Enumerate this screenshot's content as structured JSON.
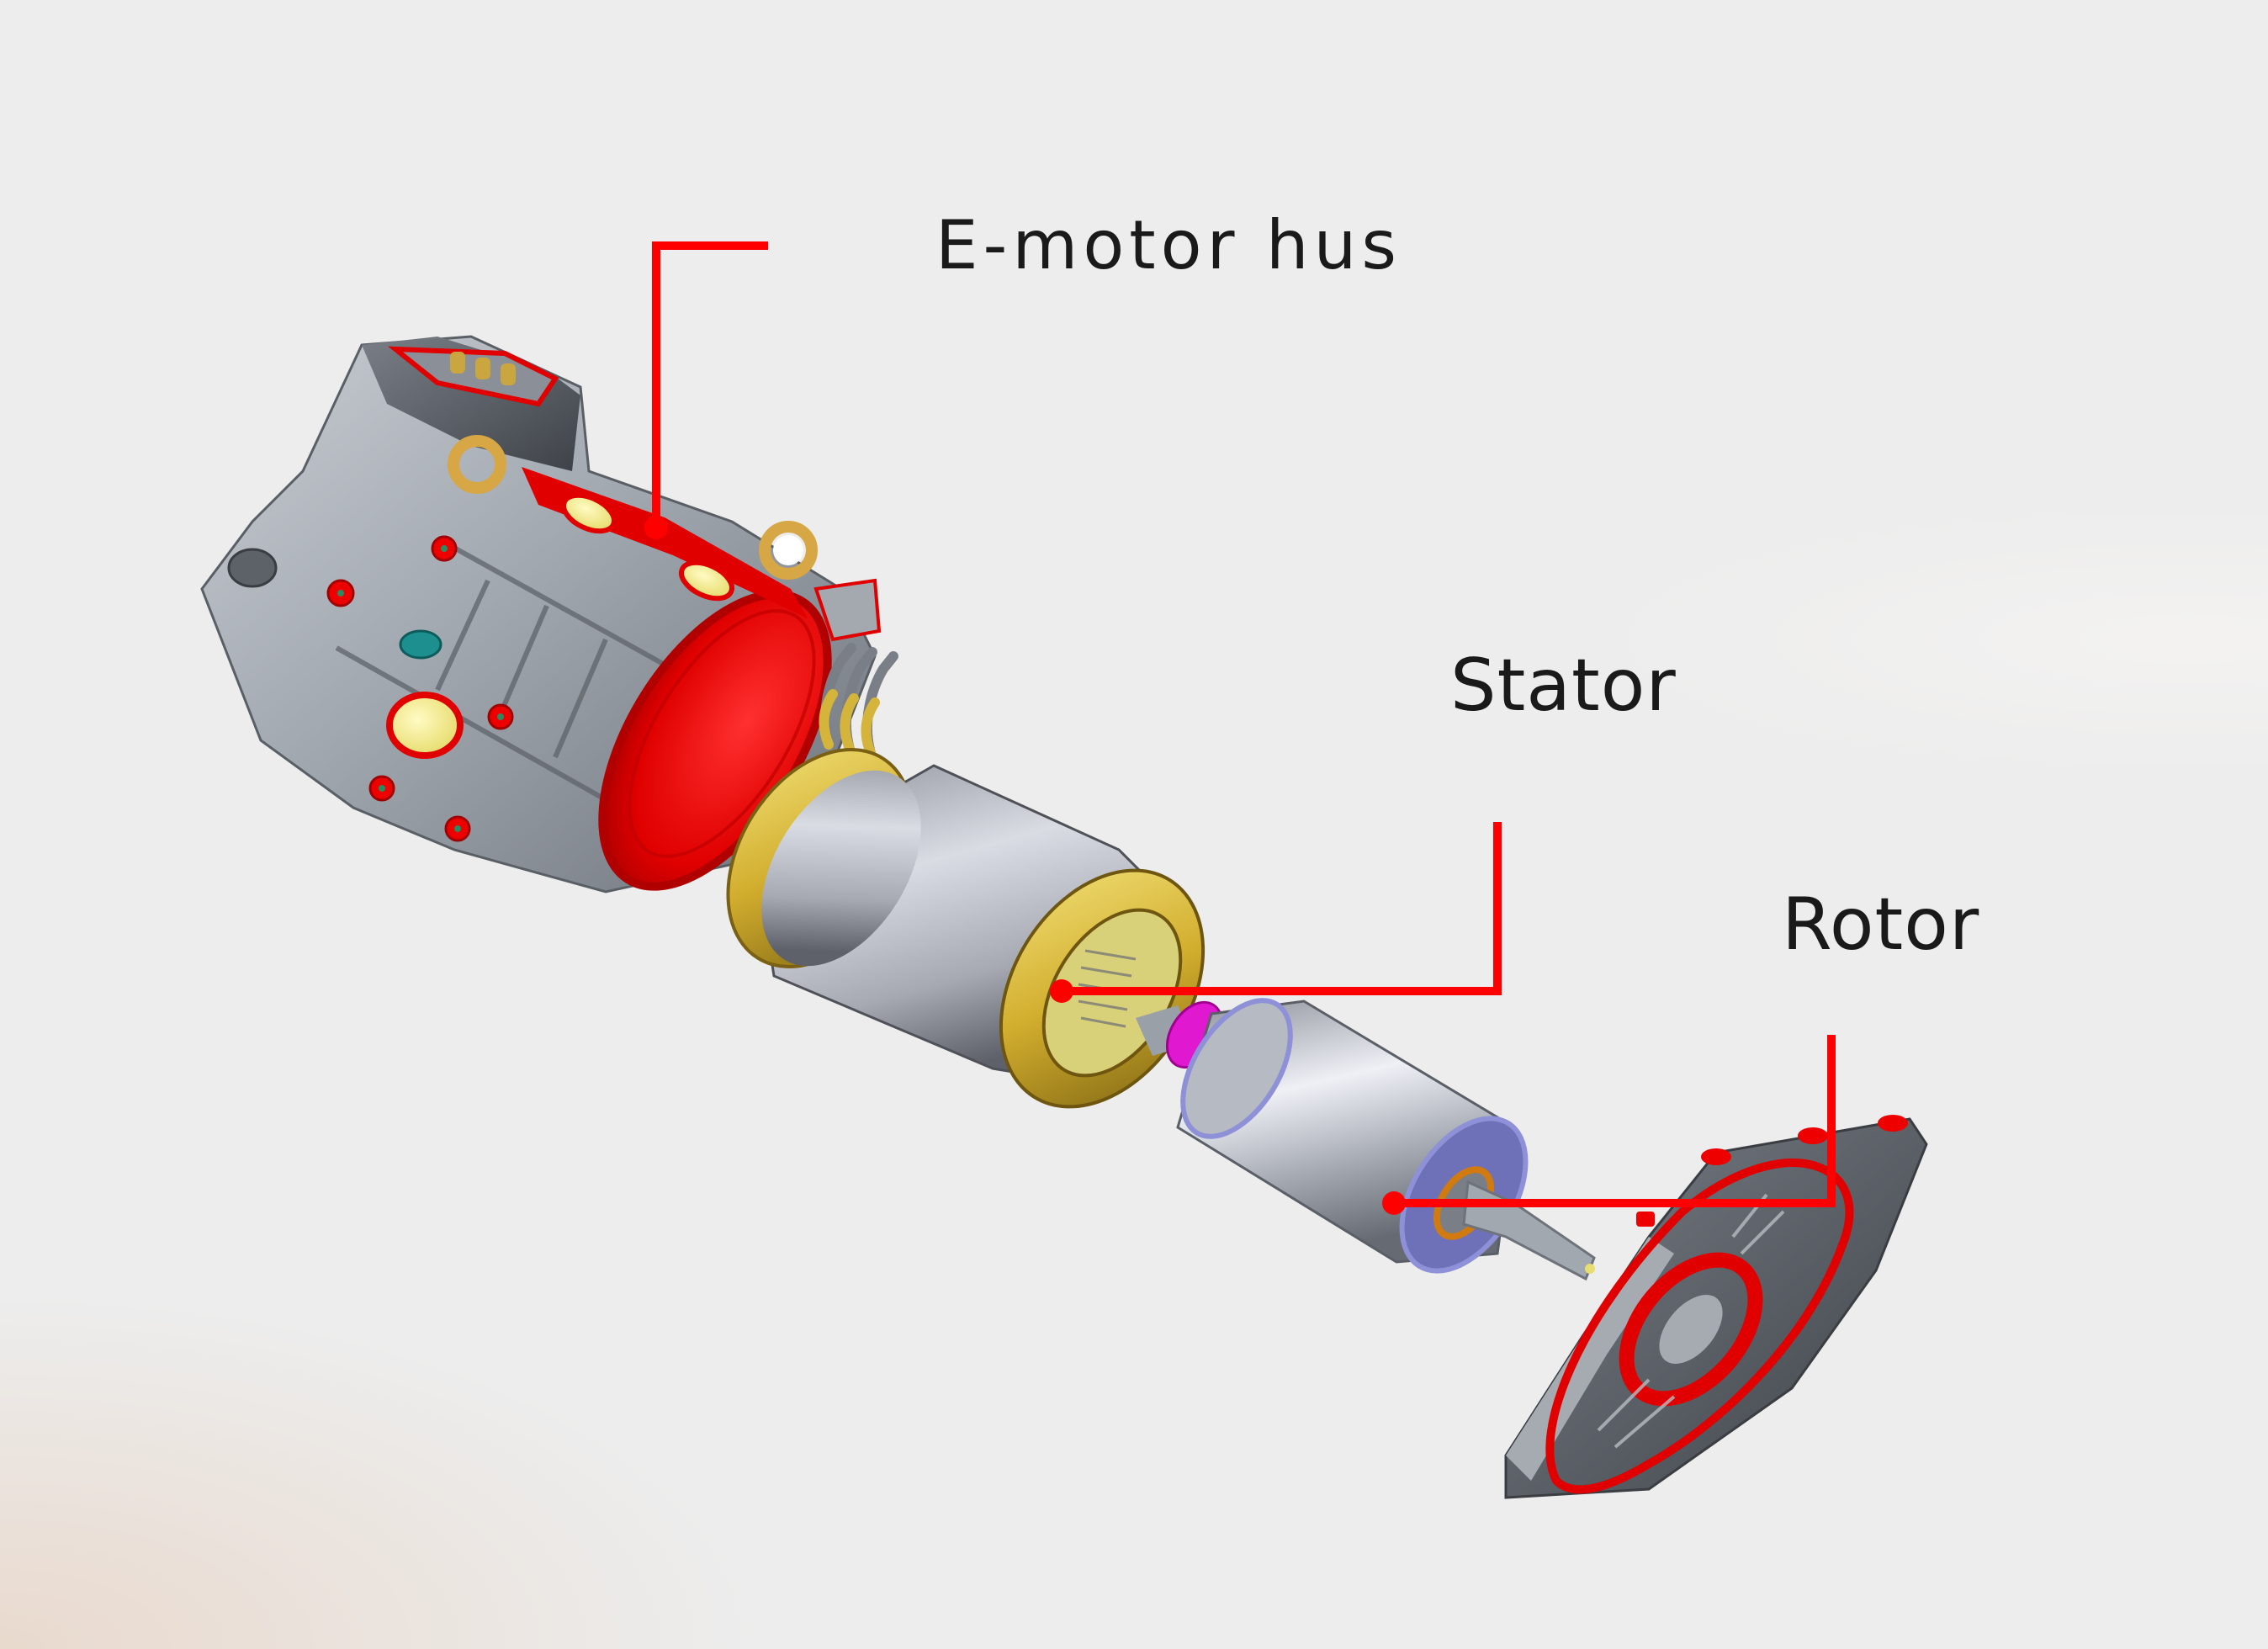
{
  "diagram": {
    "type": "exploded-view",
    "subject": "electric motor assembly",
    "colors": {
      "background": "#ededed",
      "leader_line": "#ff0000",
      "label_text": "#1a1a1a",
      "housing_metal": "#9aa0a8",
      "housing_highlight": "#ff0000",
      "stator_core": "#c8cad2",
      "stator_winding": "#d4b43a",
      "rotor_core": "#b8bcc4",
      "rotor_end_disc": "#8e90d8",
      "rotor_bearing": "#e6007e",
      "end_plate_metal": "#8c9096"
    },
    "components": [
      {
        "id": "housing",
        "label": "E-motor hus"
      },
      {
        "id": "stator",
        "label": "Stator"
      },
      {
        "id": "rotor",
        "label": "Rotor"
      },
      {
        "id": "end-plate",
        "label": ""
      }
    ],
    "labels": {
      "housing": "E-motor hus",
      "stator": "Stator",
      "rotor": "Rotor"
    }
  }
}
